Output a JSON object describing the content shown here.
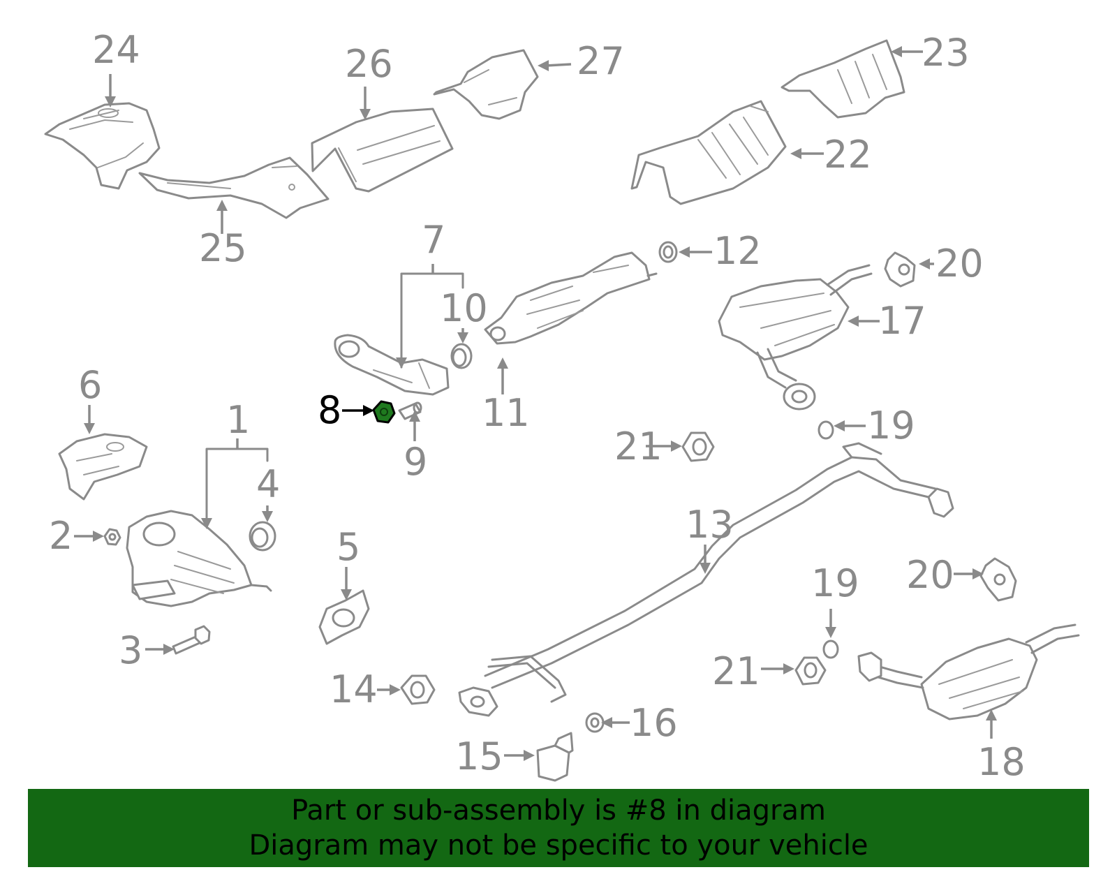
{
  "callouts": [
    {
      "id": "1",
      "label": "1"
    },
    {
      "id": "2",
      "label": "2"
    },
    {
      "id": "3",
      "label": "3"
    },
    {
      "id": "4",
      "label": "4"
    },
    {
      "id": "5",
      "label": "5"
    },
    {
      "id": "6",
      "label": "6"
    },
    {
      "id": "7",
      "label": "7"
    },
    {
      "id": "8",
      "label": "8"
    },
    {
      "id": "9",
      "label": "9"
    },
    {
      "id": "10",
      "label": "10"
    },
    {
      "id": "11",
      "label": "11"
    },
    {
      "id": "12",
      "label": "12"
    },
    {
      "id": "13",
      "label": "13"
    },
    {
      "id": "14",
      "label": "14"
    },
    {
      "id": "15",
      "label": "15"
    },
    {
      "id": "16",
      "label": "16"
    },
    {
      "id": "17",
      "label": "17"
    },
    {
      "id": "18",
      "label": "18"
    },
    {
      "id": "19a",
      "label": "19"
    },
    {
      "id": "19b",
      "label": "19"
    },
    {
      "id": "20a",
      "label": "20"
    },
    {
      "id": "20b",
      "label": "20"
    },
    {
      "id": "21a",
      "label": "21"
    },
    {
      "id": "21b",
      "label": "21"
    },
    {
      "id": "22",
      "label": "22"
    },
    {
      "id": "23",
      "label": "23"
    },
    {
      "id": "24",
      "label": "24"
    },
    {
      "id": "25",
      "label": "25"
    },
    {
      "id": "26",
      "label": "26"
    },
    {
      "id": "27",
      "label": "27"
    }
  ],
  "highlight": {
    "part": "8",
    "color": "#1f7a1f"
  },
  "colors": {
    "lines": "#8a8a8a",
    "highlight_text": "#000000",
    "banner": "#136813"
  },
  "banner": {
    "line1": "Part or sub-assembly is #8 in diagram",
    "line2": "Diagram may not be specific to your vehicle"
  }
}
